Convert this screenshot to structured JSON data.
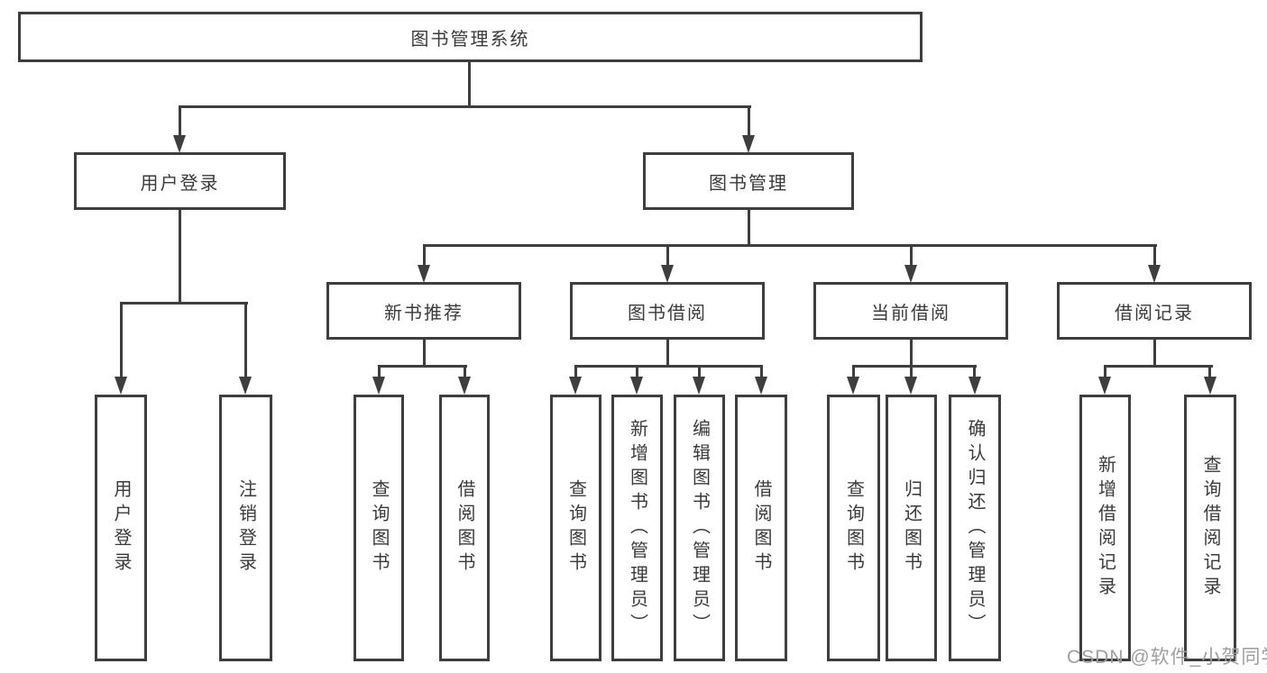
{
  "diagram": {
    "title": "图书管理系统",
    "watermark": "CSDN @软件_小贺同学",
    "colors": {
      "background": "#ffffff",
      "box_border": "#3e3e3e",
      "connector_line": "#3e3e3e",
      "text": "#3a3a3a",
      "watermark_text": "#9e9e9e"
    },
    "tree": {
      "label": "图书管理系统",
      "children": [
        {
          "label": "用户登录",
          "children": [
            {
              "label": "用户登录",
              "children": []
            },
            {
              "label": "注销登录",
              "children": []
            }
          ]
        },
        {
          "label": "图书管理",
          "children": [
            {
              "label": "新书推荐",
              "children": [
                {
                  "label": "查询图书",
                  "children": []
                },
                {
                  "label": "借阅图书",
                  "children": []
                }
              ]
            },
            {
              "label": "图书借阅",
              "children": [
                {
                  "label": "查询图书",
                  "children": []
                },
                {
                  "label": "新增图书（管理员）",
                  "children": []
                },
                {
                  "label": "编辑图书（管理员）",
                  "children": []
                },
                {
                  "label": "借阅图书",
                  "children": []
                }
              ]
            },
            {
              "label": "当前借阅",
              "children": [
                {
                  "label": "查询图书",
                  "children": []
                },
                {
                  "label": "归还图书",
                  "children": []
                },
                {
                  "label": "确认归还（管理员）",
                  "children": []
                }
              ]
            },
            {
              "label": "借阅记录",
              "children": [
                {
                  "label": "新增借阅记录",
                  "children": []
                },
                {
                  "label": "查询借阅记录",
                  "children": []
                }
              ]
            }
          ]
        }
      ]
    }
  }
}
